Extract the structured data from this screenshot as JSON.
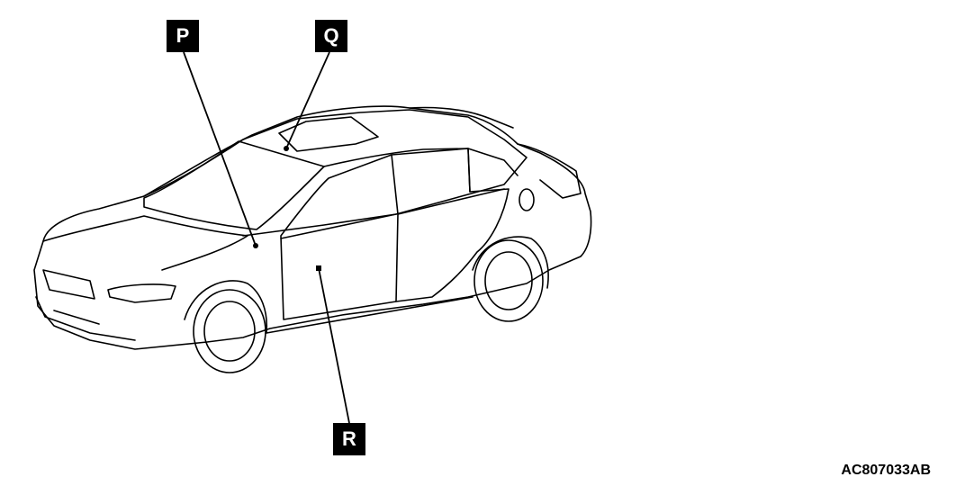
{
  "callouts": {
    "p": "P",
    "q": "Q",
    "r": "R"
  },
  "figure_code": "AC807033AB"
}
